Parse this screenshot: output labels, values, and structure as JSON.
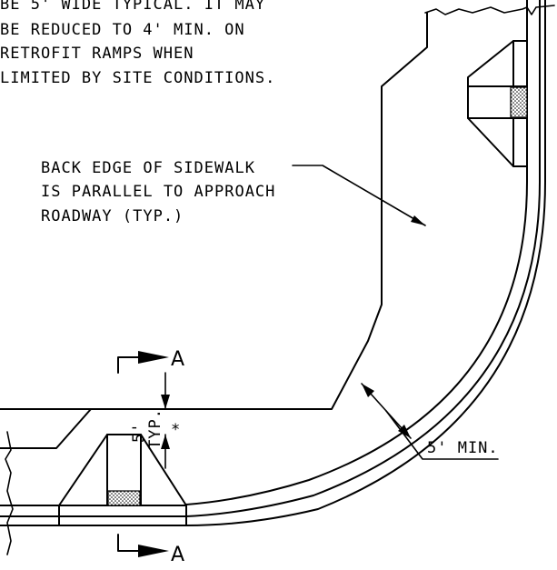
{
  "note_top": [
    "BE 5' WIDE TYPICAL. IT MAY",
    "BE REDUCED TO 4' MIN. ON",
    "RETROFIT RAMPS WHEN",
    "LIMITED BY SITE CONDITIONS."
  ],
  "note_back_edge": [
    "BACK EDGE OF SIDEWALK",
    "IS PARALLEL TO APPROACH",
    "ROADWAY (TYP.)"
  ],
  "section_marker": "A",
  "dim_vertical": "5'",
  "dim_vertical_typ": "TYP.",
  "dim_vertical_note": "*",
  "dim_min": "5' MIN."
}
